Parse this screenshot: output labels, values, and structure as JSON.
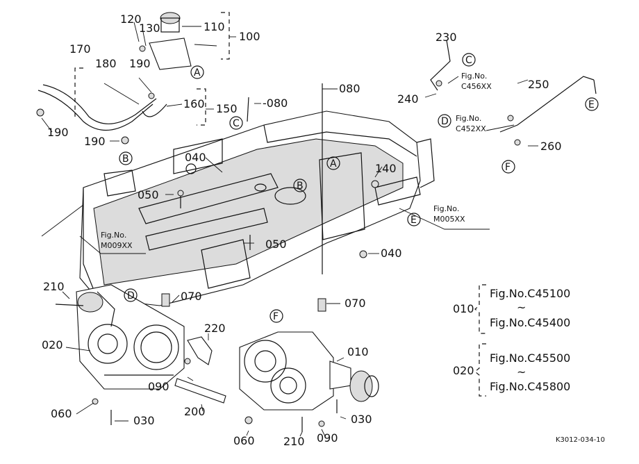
{
  "parts": {
    "p010": "010",
    "p020": "020",
    "p030": "030",
    "p040": "040",
    "p050": "050",
    "p060": "060",
    "p070": "070",
    "p080": "080",
    "p090": "090",
    "p100": "100",
    "p110": "110",
    "p120": "120",
    "p130": "130",
    "p140": "140",
    "p150": "150",
    "p160": "160",
    "p170": "170",
    "p180": "180",
    "p190": "190",
    "p200": "200",
    "p210": "210",
    "p220": "220",
    "p230": "230",
    "p240": "240",
    "p250": "250",
    "p260": "260"
  },
  "refs": {
    "a": "A",
    "b": "B",
    "c": "C",
    "d": "D",
    "e": "E",
    "f": "F"
  },
  "figs": {
    "fig_lbl": "Fig.No.",
    "m009": "M009XX",
    "m005": "M005XX",
    "c456": "C456XX",
    "c452": "C452XX"
  },
  "table": {
    "r010_from": "Fig.No.C45100",
    "r010_to": "Fig.No.C45400",
    "r020_from": "Fig.No.C45500",
    "r020_to": "Fig.No.C45800",
    "tilde": "~"
  },
  "drawing_code": "K3012-034-10",
  "dash_080": "-080"
}
